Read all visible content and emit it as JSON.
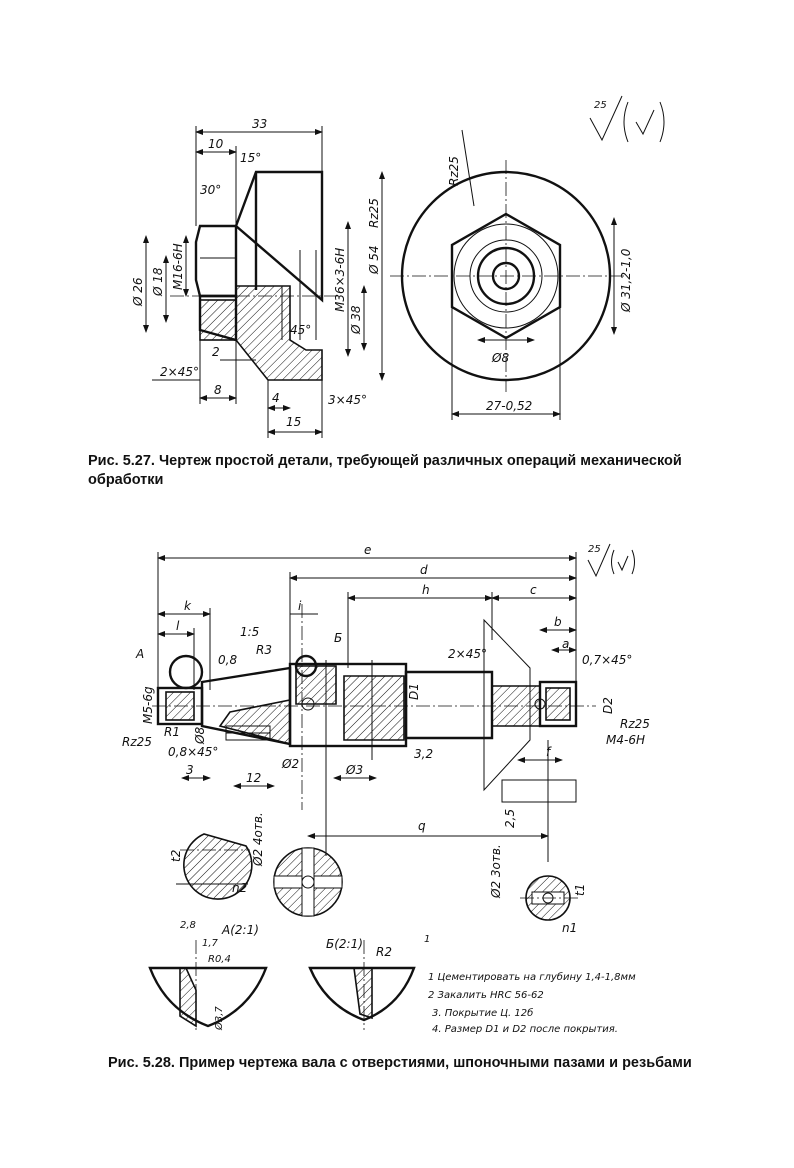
{
  "fig527": {
    "caption": "Рис. 5.27. Чертеж простой детали, требующей различных операций механической обработки",
    "roughness_symbol": "25",
    "dims": {
      "d33": "33",
      "d10": "10",
      "a15": "15°",
      "a30": "30°",
      "d26": "Ø 26",
      "d18": "Ø 18",
      "m16": "M16-6H",
      "m36": "M36×3-6H",
      "d38": "Ø 38",
      "d54": "Ø 54",
      "rz25a": "Rz25",
      "a45": "45°",
      "d2": "2",
      "c2x45": "2×45°",
      "d8": "8",
      "d4": "4",
      "c3x45": "3×45°",
      "d15": "15",
      "rz25b": "Rz25",
      "d31": "Ø 31,2-1,0",
      "d8b": "Ø8",
      "d27": "27-0,52"
    }
  },
  "fig528": {
    "caption": "Рис. 5.28. Пример чертежа вала с отверстиями, шпоночными пазами и резьбами",
    "roughness_symbol": "25",
    "dims": {
      "e": "e",
      "d": "d",
      "h": "h",
      "c": "c",
      "k": "k",
      "l": "l",
      "i": "i",
      "b": "b",
      "a": "a",
      "A": "A",
      "B": "Б",
      "taper": "1:5",
      "r08": "0,8",
      "r3": "R3",
      "c2x45": "2×45°",
      "c07x45": "0,7×45°",
      "D1": "D1",
      "D2": "D2",
      "m5": "M5-6g",
      "r1": "R1",
      "d8": "Ø8",
      "rz25a": "Rz25",
      "c08x45": "0,8×45°",
      "d3a": "3",
      "d12": "12",
      "d2a": "Ø2",
      "r32": "3,2",
      "d3b": "Ø3",
      "f": "f",
      "rz25b": "Rz25",
      "m4": "M4-6H",
      "r25": "2,5",
      "q": "q",
      "t2": "t2",
      "n2": "n2",
      "d2holes4": "Ø2 4отв.",
      "d2holes3": "Ø2 3отв.",
      "t1": "t1",
      "n1": "n1",
      "detA": "A(2:1)",
      "d28": "2,8",
      "d17": "1,7",
      "r04": "R0,4",
      "d37": "Ø3,7",
      "detB": "Б(2:1)",
      "r2": "R2",
      "d1": "1"
    },
    "notes": [
      "1 Цементировать на глубину 1,4-1,8мм",
      "2 Закалить HRC 56-62",
      "3. Покрытие Ц. 12б",
      "4. Размер D1 и D2 после покрытия."
    ]
  }
}
